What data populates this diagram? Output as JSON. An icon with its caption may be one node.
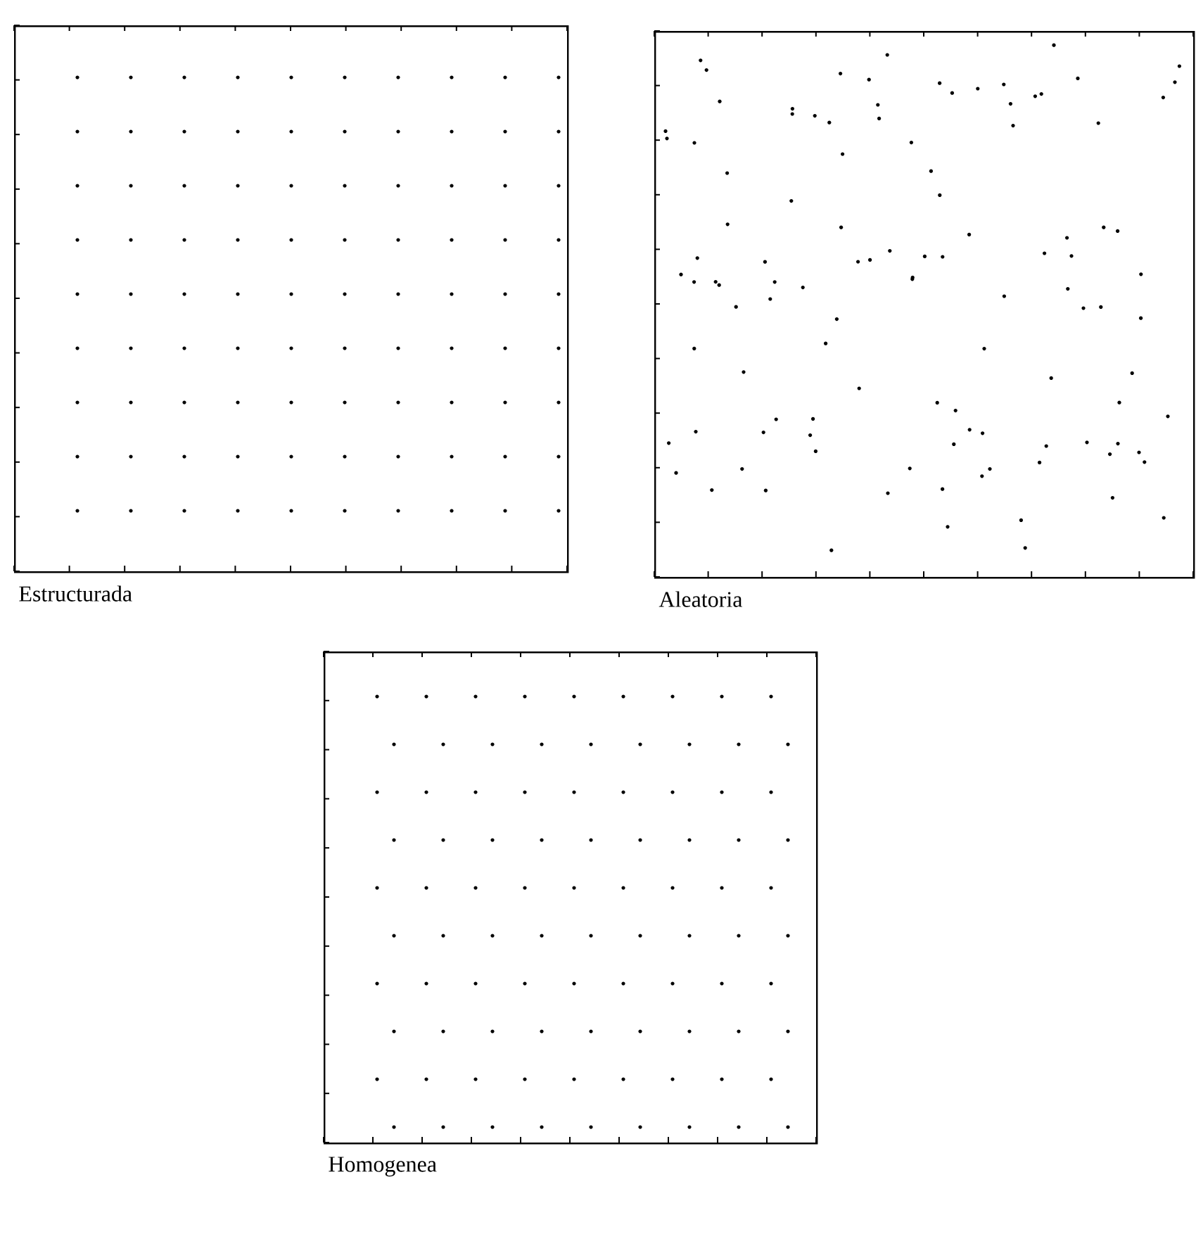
{
  "diagram": {
    "nodes": [
      {
        "text": [
          "Estructurada"
        ]
      },
      {
        "text": [
          "Aleatoria"
        ]
      },
      {
        "text": [
          "Homogenea"
        ]
      }
    ]
  }
}
